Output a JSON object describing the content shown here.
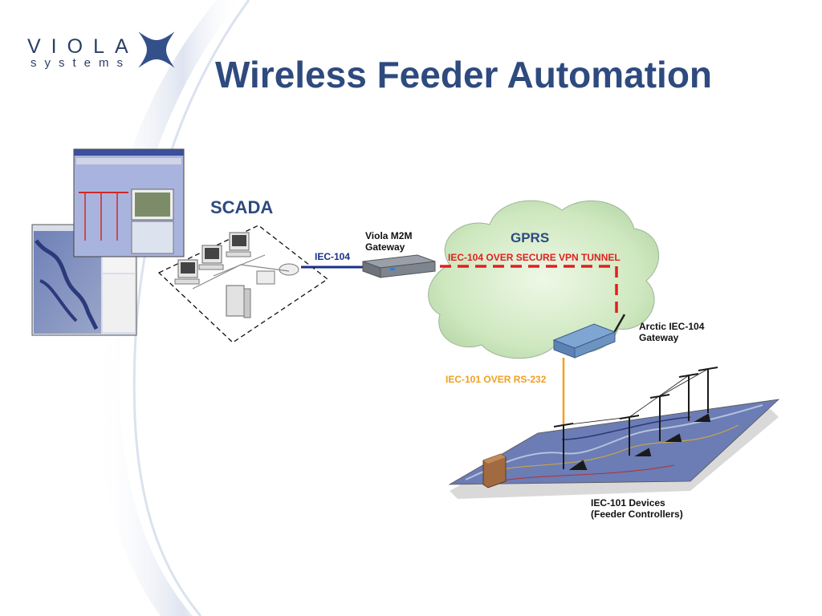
{
  "slide": {
    "title": "Wireless Feeder Automation",
    "logo": {
      "word": "VIOLA",
      "sub": "systems",
      "mark": "x-star-icon"
    }
  },
  "diagram": {
    "scada_label": "SCADA",
    "protocol_label": "IEC-104",
    "m2m_gateway_label": [
      "Viola M2M",
      "Gateway"
    ],
    "network_label": "GPRS",
    "tunnel_label": "IEC-104 OVER SECURE VPN TUNNEL",
    "arctic_gateway_label": [
      "Arctic IEC-104",
      "Gateway"
    ],
    "serial_label": "IEC-101 OVER RS-232",
    "devices_label": [
      "IEC-101 Devices",
      "(Feeder Controllers)"
    ]
  },
  "colors": {
    "title": "#2e4a7e",
    "tunnel": "#e02020",
    "serial": "#f0a020",
    "protocol_link": "#1a2f8a",
    "cloud": "#cfe8c0"
  }
}
